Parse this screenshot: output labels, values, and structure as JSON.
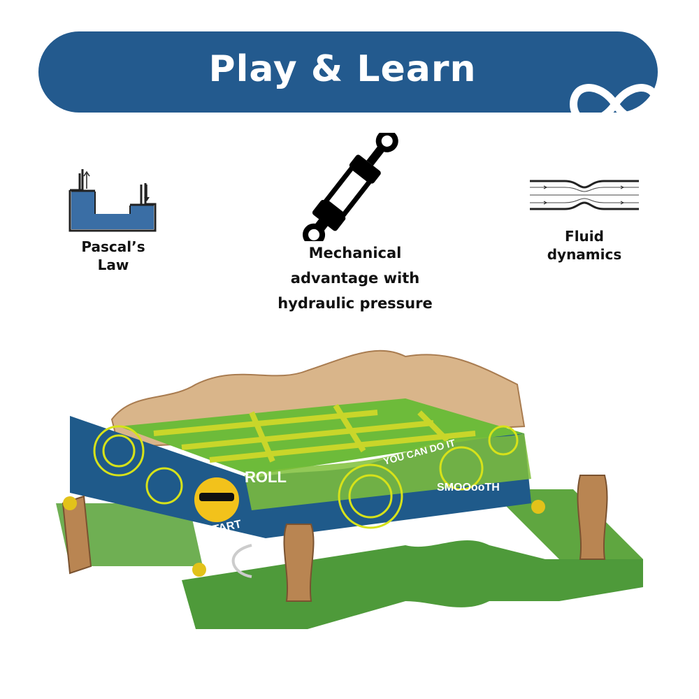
{
  "banner": {
    "title": "Play & Learn",
    "icon": "infinity-icon",
    "color": "#235a8e"
  },
  "features": [
    {
      "icon": "pascals-law-icon",
      "label_lines": [
        "Pascal’s",
        "Law"
      ]
    },
    {
      "icon": "hydraulic-cylinder-icon",
      "label_lines": [
        "Mechanical",
        "advantage with",
        "hydraulic pressure"
      ]
    },
    {
      "icon": "fluid-flow-icon",
      "label_lines": [
        "Fluid",
        "dynamics"
      ]
    }
  ],
  "product": {
    "panel_texts": [
      "ROLL",
      "START",
      "YOU CAN DO IT",
      "SMOOooTH"
    ]
  }
}
